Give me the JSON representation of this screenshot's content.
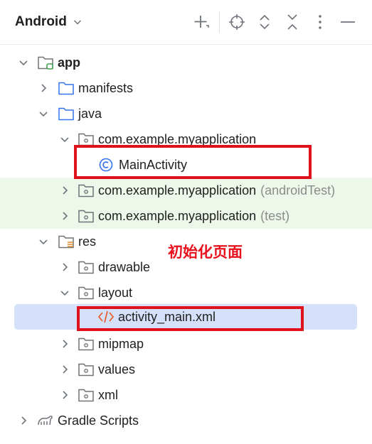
{
  "header": {
    "view_title": "Android",
    "icons": [
      "add-icon",
      "locate-icon",
      "expand-all-icon",
      "collapse-all-icon",
      "more-options-icon",
      "minimize-icon"
    ]
  },
  "tree": {
    "app": "app",
    "manifests": "manifests",
    "java": "java",
    "pkg_main": "com.example.myapplication",
    "main_activity": "MainActivity",
    "pkg_android_test": "com.example.myapplication",
    "pkg_android_test_suffix": "(androidTest)",
    "pkg_test": "com.example.myapplication",
    "pkg_test_suffix": "(test)",
    "res": "res",
    "drawable": "drawable",
    "layout": "layout",
    "activity_main": "activity_main.xml",
    "mipmap": "mipmap",
    "values": "values",
    "xml": "xml",
    "gradle_scripts": "Gradle Scripts"
  },
  "annotation": {
    "text": "初始化页面",
    "color": "#e0101c"
  },
  "colors": {
    "selection": "#d5e1fb",
    "test_source_bg": "#edf7ea",
    "class_icon": "#3574f0",
    "xml_icon": "#e55b2a"
  }
}
